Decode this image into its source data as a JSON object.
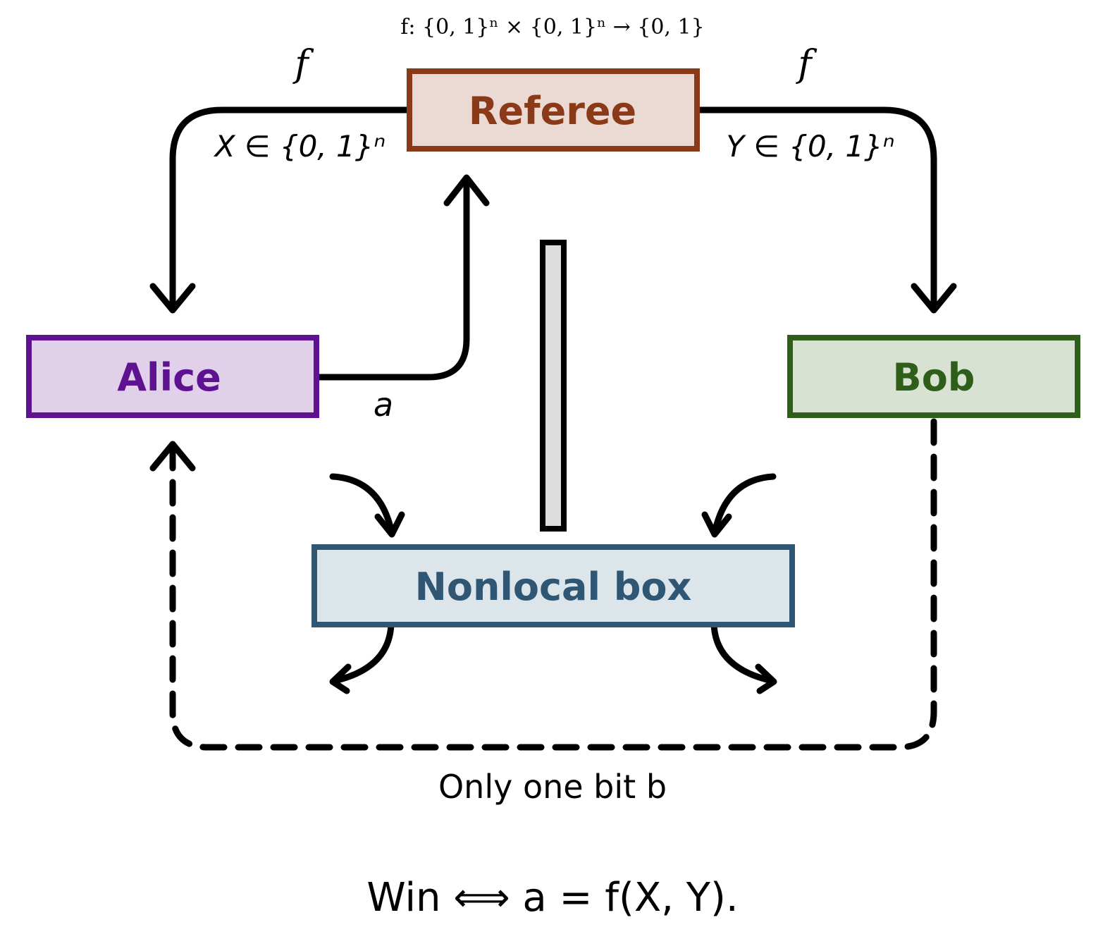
{
  "nodes": {
    "referee": {
      "label": "Referee",
      "stroke": "#8B3A17",
      "fill": "#EBD9D3",
      "text_color": "#8B3A17"
    },
    "alice": {
      "label": "Alice",
      "stroke": "#5E1191",
      "fill": "#E0D0E9",
      "text_color": "#5E1191"
    },
    "bob": {
      "label": "Bob",
      "stroke": "#2E5E1A",
      "fill": "#D7E2D3",
      "text_color": "#2E5E1A"
    },
    "nonlocal_box": {
      "label": "Nonlocal box",
      "stroke": "#2F5672",
      "fill": "#DCE5EA",
      "text_color": "#2F5672"
    }
  },
  "labels": {
    "function_signature": "f: {0, 1}ⁿ × {0, 1}ⁿ → {0, 1}",
    "f_left": "f",
    "f_right": "f",
    "x_input": "X ∈ {0, 1}ⁿ",
    "y_input": "Y ∈ {0, 1}ⁿ",
    "alice_output": "a",
    "one_bit": "Only one bit b",
    "win_condition": "Win ⟺ a = f(X, Y)."
  },
  "colors": {
    "arrow": "#000000",
    "barrier_fill": "#DDDDDD",
    "barrier_stroke": "#000000"
  }
}
